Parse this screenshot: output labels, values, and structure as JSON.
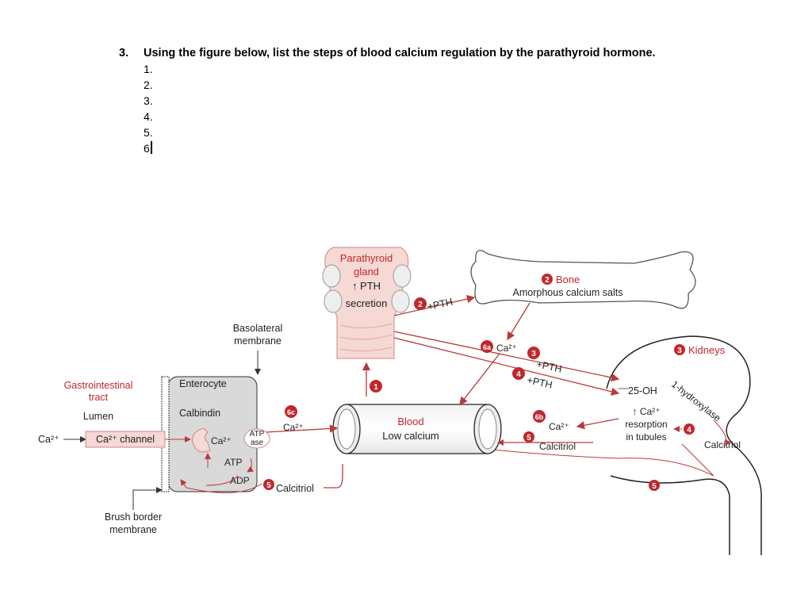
{
  "question": {
    "number": "3.",
    "text": "Using the figure below, list the steps of blood calcium regulation by the parathyroid hormone.",
    "steps": [
      "1.",
      "2.",
      "3.",
      "4.",
      "5.",
      "6"
    ]
  },
  "diagram": {
    "parathyroid": {
      "line1": "Parathyroid",
      "line2": "gland",
      "line3": "↑ PTH",
      "line4": "secretion"
    },
    "bone": {
      "badge": "2",
      "title": "Bone",
      "subtitle": "Amorphous calcium salts"
    },
    "kidneys": {
      "badge": "3",
      "title": "Kidneys",
      "oh25": "25-OH",
      "enzyme": "1-hydroxylase",
      "resorption1": "↑ Ca²⁺",
      "resorption2": "resorption",
      "resorption3": "in tubules",
      "calcitriol": "Calcitriol",
      "badge4": "4",
      "badge5": "5"
    },
    "blood": {
      "line1": "Blood",
      "line2": "Low calcium"
    },
    "gi": {
      "title1": "Gastrointestinal",
      "title2": "tract",
      "lumen": "Lumen",
      "ca_in": "Ca²⁺",
      "channel": "Ca²⁺ channel",
      "brush1": "Brush border",
      "brush2": "membrane",
      "baso1": "Basolateral",
      "baso2": "membrane"
    },
    "enterocyte": {
      "title": "Enterocyte",
      "calbindin": "Calbindin",
      "ca": "Ca²⁺",
      "atpase1": "ATP",
      "atpase2": "ase",
      "atp": "ATP",
      "adp": "ADP"
    },
    "pathways": {
      "s1": "1",
      "s2": "2",
      "s2_label": "+PTH",
      "s3": "3",
      "s3_label": "+PTH",
      "s4": "4",
      "s4_label": "+PTH",
      "s5": "5",
      "s5_calcitriol": "Calcitriol",
      "s5_calcitriol_gut": "Calcitriol",
      "s5_gut": "5",
      "s6a": "6a",
      "s6a_label": "Ca²⁺",
      "s6b": "6b",
      "s6b_label": "Ca²⁺",
      "s6c": "6c",
      "s6c_label": "Ca²⁺"
    },
    "colors": {
      "accent": "#c1272d",
      "arrow": "#b83a3a",
      "gray_fill": "#d9d9d9",
      "text_dark": "#222222"
    }
  }
}
